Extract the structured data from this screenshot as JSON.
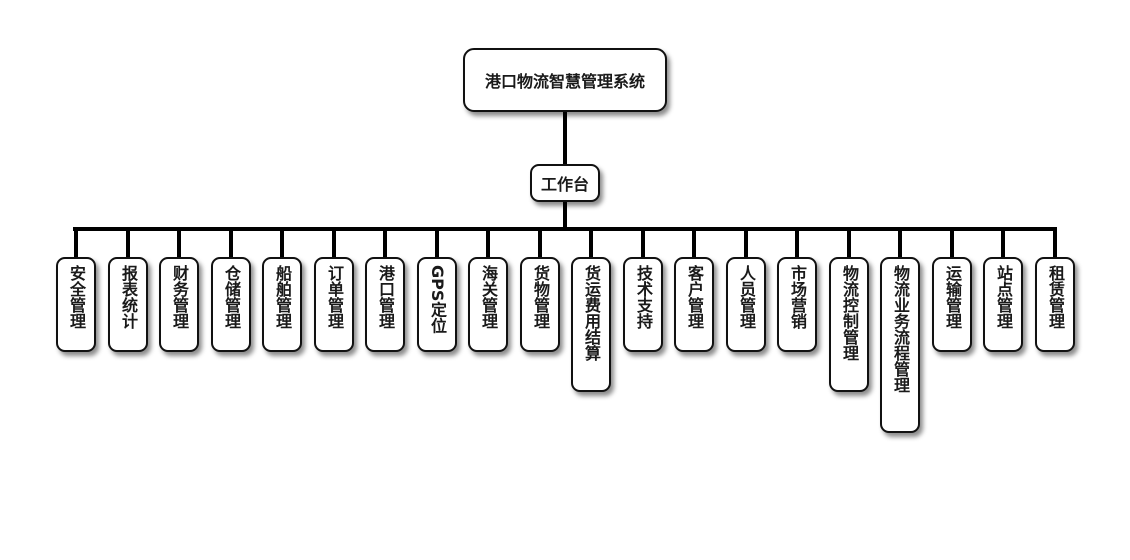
{
  "root": {
    "label": "港口物流智慧管理系统"
  },
  "middle": {
    "label": "工作台"
  },
  "modules": [
    {
      "label": "安全管理"
    },
    {
      "label": "报表统计"
    },
    {
      "label": "财务管理"
    },
    {
      "label": "仓储管理"
    },
    {
      "label": "船舶管理"
    },
    {
      "label": "订单管理"
    },
    {
      "label": "港口管理"
    },
    {
      "label": "GPS定位"
    },
    {
      "label": "海关管理"
    },
    {
      "label": "货物管理"
    },
    {
      "label": "货运费用结算"
    },
    {
      "label": "技术支持"
    },
    {
      "label": "客户管理"
    },
    {
      "label": "人员管理"
    },
    {
      "label": "市场营销"
    },
    {
      "label": "物流控制管理"
    },
    {
      "label": "物流业务流程管理"
    },
    {
      "label": "运输管理"
    },
    {
      "label": "站点管理"
    },
    {
      "label": "租赁管理"
    }
  ]
}
